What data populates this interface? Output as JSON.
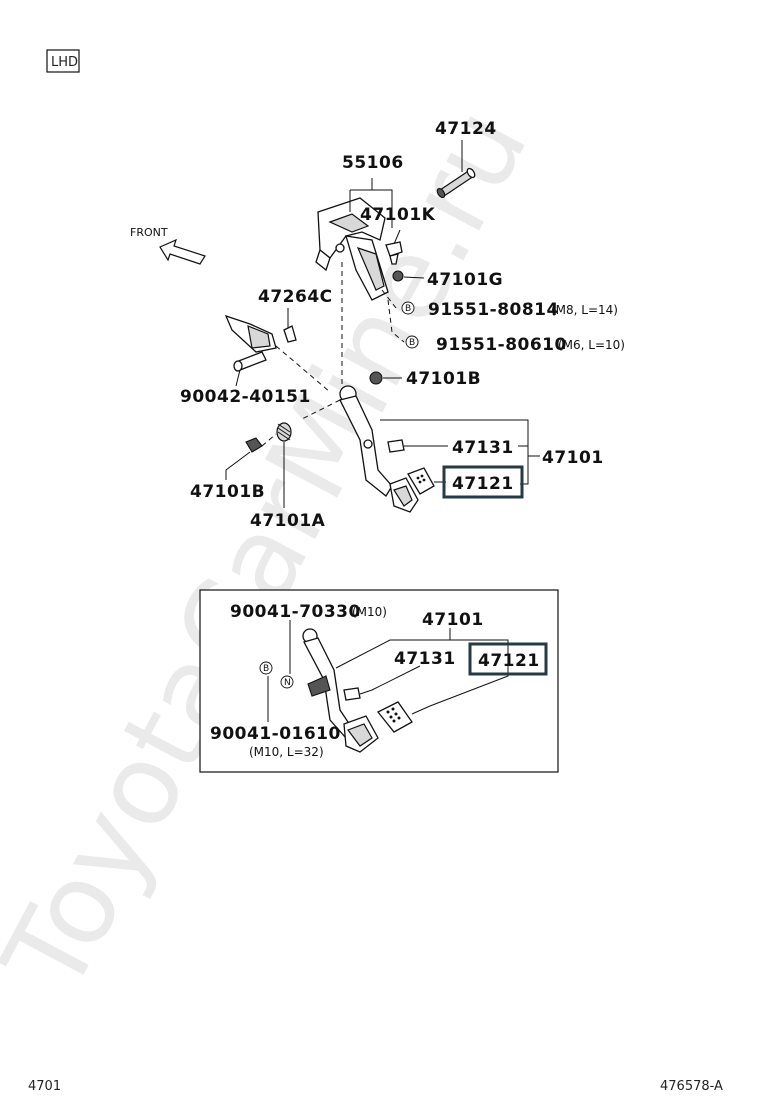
{
  "watermark": "ToyotaCarMine.ru",
  "badge": "LHD",
  "front_label": "FRONT",
  "footer": {
    "left_code": "4701",
    "right_code": "476578-A"
  },
  "labels": {
    "p47124": "47124",
    "p55106": "55106",
    "p47101K": "47101K",
    "p47101G": "47101G",
    "p47264C": "47264C",
    "p91551_80814": "91551-80814",
    "p91551_80814_spec": "(M8, L=14)",
    "p91551_80610": "91551-80610",
    "p91551_80610_spec": "(M6, L=10)",
    "p90042_40151": "90042-40151",
    "p47101B_upper": "47101B",
    "p47131": "47131",
    "p47101": "47101",
    "p47121": "47121",
    "p47101B_lower": "47101B",
    "p47101A": "47101A"
  },
  "inset": {
    "p90041_70330": "90041-70330",
    "p90041_70330_spec": "(M10)",
    "p47101": "47101",
    "p47131": "47131",
    "p47121": "47121",
    "p90041_01610": "90041-01610",
    "p90041_01610_spec": "(M10, L=32)"
  },
  "markers": {
    "bolt": "B",
    "nut": "N"
  },
  "colors": {
    "highlight": "#243a45",
    "ink": "#111111",
    "watermark": "#d9d9d9"
  }
}
